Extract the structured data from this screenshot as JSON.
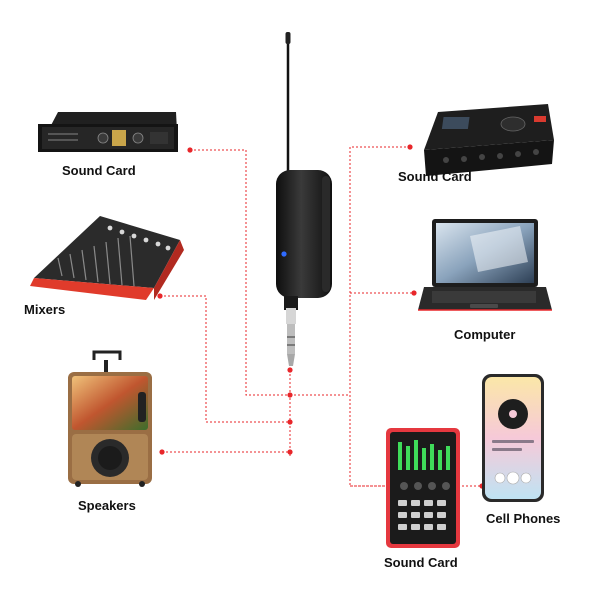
{
  "labels": {
    "sound_card_left": "Sound Card",
    "mixers": "Mixers",
    "speakers": "Speakers",
    "sound_card_right": "Sound Card",
    "computer": "Computer",
    "sound_card_bottom": "Sound Card",
    "cell_phones": "Cell Phones"
  },
  "colors": {
    "connector": "#e8262a",
    "device_body": "#1c1c1c",
    "mixer_accent": "#e03b2b",
    "sound_card_red": "#e5383f",
    "led_blue": "#2f6bff",
    "speaker_wood": "#b08656"
  },
  "icons": {
    "center": "wireless-receiver-icon",
    "devices": [
      "power-amplifier-icon",
      "audio-mixer-icon",
      "party-speaker-icon",
      "audio-interface-icon",
      "laptop-icon",
      "live-sound-card-icon",
      "smartphone-icon"
    ]
  }
}
